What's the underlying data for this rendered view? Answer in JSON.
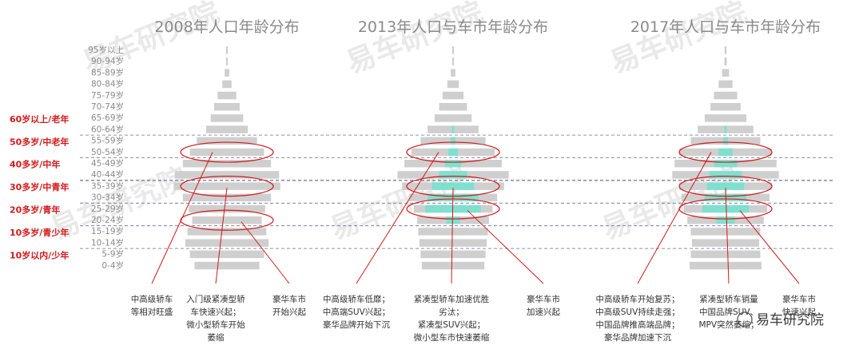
{
  "colors": {
    "population": "#cfcfcf",
    "car_market": "#7fe0cf",
    "highlight": "#d21a1a",
    "divider": "#6f6f8f",
    "text": "#333333"
  },
  "age_labels": [
    "95岁以上",
    "90-94岁",
    "85-89岁",
    "80-84岁",
    "75-79岁",
    "70-74岁",
    "65-69岁",
    "60-64岁",
    "55-59岁",
    "50-54岁",
    "45-49岁",
    "40-44岁",
    "35-39岁",
    "30-34岁",
    "25-29岁",
    "20-24岁",
    "15-19岁",
    "10-14岁",
    "5-9岁",
    "0-4岁"
  ],
  "age_groups": [
    {
      "label": "60岁以上/老年"
    },
    {
      "label": "50多岁/中老年"
    },
    {
      "label": "40多岁/中年"
    },
    {
      "label": "30多岁/中青年"
    },
    {
      "label": "20多岁/青年"
    },
    {
      "label": "10多岁/青少年"
    },
    {
      "label": "10岁以内/少年"
    }
  ],
  "watermark": "易车研究院",
  "brand": "易车研究院",
  "chart_data": [
    {
      "type": "bar",
      "title": "2008年人口年龄分布",
      "categories": [
        "95岁以上",
        "90-94岁",
        "85-89岁",
        "80-84岁",
        "75-79岁",
        "70-74岁",
        "65-69岁",
        "60-64岁",
        "55-59岁",
        "50-54岁",
        "45-49岁",
        "40-44岁",
        "35-39岁",
        "30-34岁",
        "25-29岁",
        "20-24岁",
        "15-19岁",
        "10-14岁",
        "5-9岁",
        "0-4岁"
      ],
      "series": [
        {
          "values": [
            0.2,
            0.6,
            2,
            4,
            8,
            11,
            14,
            18,
            26,
            32,
            38,
            45,
            46,
            38,
            33,
            30,
            34,
            36,
            32,
            28
          ]
        }
      ],
      "highlighted_groups": [
        "50-54岁",
        "35-39岁",
        "20-24岁"
      ],
      "annotations": [
        {
          "lines": [
            "中高级轿车",
            "等相对旺盛"
          ]
        },
        {
          "lines": [
            "入门级紧凑型轿",
            "车快速兴起；",
            "微小型轿车开始",
            "萎缩"
          ]
        },
        {
          "lines": [
            "豪华车市",
            "开始兴起"
          ]
        }
      ]
    },
    {
      "type": "bar",
      "title": "2013年人口与车市年龄分布",
      "categories": [
        "95岁以上",
        "90-94岁",
        "85-89岁",
        "80-84岁",
        "75-79岁",
        "70-74岁",
        "65-69岁",
        "60-64岁",
        "55-59岁",
        "50-54岁",
        "45-49岁",
        "40-44岁",
        "35-39岁",
        "30-34岁",
        "25-29岁",
        "20-24岁",
        "15-19岁",
        "10-14岁",
        "5-9岁",
        "0-4岁"
      ],
      "series": [
        {
          "values": [
            0.3,
            0.8,
            2,
            5,
            9,
            12,
            16,
            22,
            28,
            36,
            42,
            48,
            44,
            38,
            34,
            31,
            30,
            29,
            28,
            27
          ]
        },
        {
          "values": [
            0,
            0,
            0,
            0,
            0,
            0,
            0,
            1,
            2,
            4,
            7,
            12,
            18,
            22,
            24,
            6,
            0,
            0,
            0,
            0
          ]
        }
      ],
      "highlighted_groups": [
        "50-54岁",
        "35-39岁",
        "25-29岁"
      ],
      "annotations": [
        {
          "lines": [
            "中高级轿车低靡；",
            "中高端SUV兴起；",
            "豪华品牌开始下沉"
          ]
        },
        {
          "lines": [
            "紧凑型轿车加速优胜",
            "劣汰；",
            "紧凑型SUV兴起；",
            "微小型车市快速萎缩"
          ]
        },
        {
          "lines": [
            "豪华车市",
            "加速兴起"
          ]
        }
      ]
    },
    {
      "type": "bar",
      "title": "2017年人口与车市年龄分布",
      "categories": [
        "95岁以上",
        "90-94岁",
        "85-89岁",
        "80-84岁",
        "75-79岁",
        "70-74岁",
        "65-69岁",
        "60-64岁",
        "55-59岁",
        "50-54岁",
        "45-49岁",
        "40-44岁",
        "35-39岁",
        "30-34岁",
        "25-29岁",
        "20-24岁",
        "15-19岁",
        "10-14岁",
        "5-9岁",
        "0-4岁"
      ],
      "series": [
        {
          "values": [
            0.3,
            1,
            3,
            6,
            10,
            13,
            18,
            24,
            30,
            40,
            44,
            46,
            40,
            38,
            36,
            33,
            30,
            29,
            30,
            31
          ]
        },
        {
          "values": [
            0,
            0,
            0,
            0,
            0,
            0,
            0,
            1,
            2,
            6,
            10,
            14,
            16,
            18,
            20,
            8,
            0,
            0,
            0,
            0
          ]
        }
      ],
      "highlighted_groups": [
        "50-54岁",
        "35-39岁",
        "25-29岁"
      ],
      "annotations": [
        {
          "lines": [
            "中高级轿车开始复苏；",
            "中高级SUV持续走强；",
            "中国品牌推高端品牌；",
            "豪华品牌加速下沉"
          ]
        },
        {
          "lines": [
            "紧凑型轿车销量",
            "中国品牌SUV、",
            "MPV突然萎缩；"
          ]
        },
        {
          "lines": [
            "豪华车市",
            "快速兴起"
          ]
        }
      ]
    }
  ]
}
